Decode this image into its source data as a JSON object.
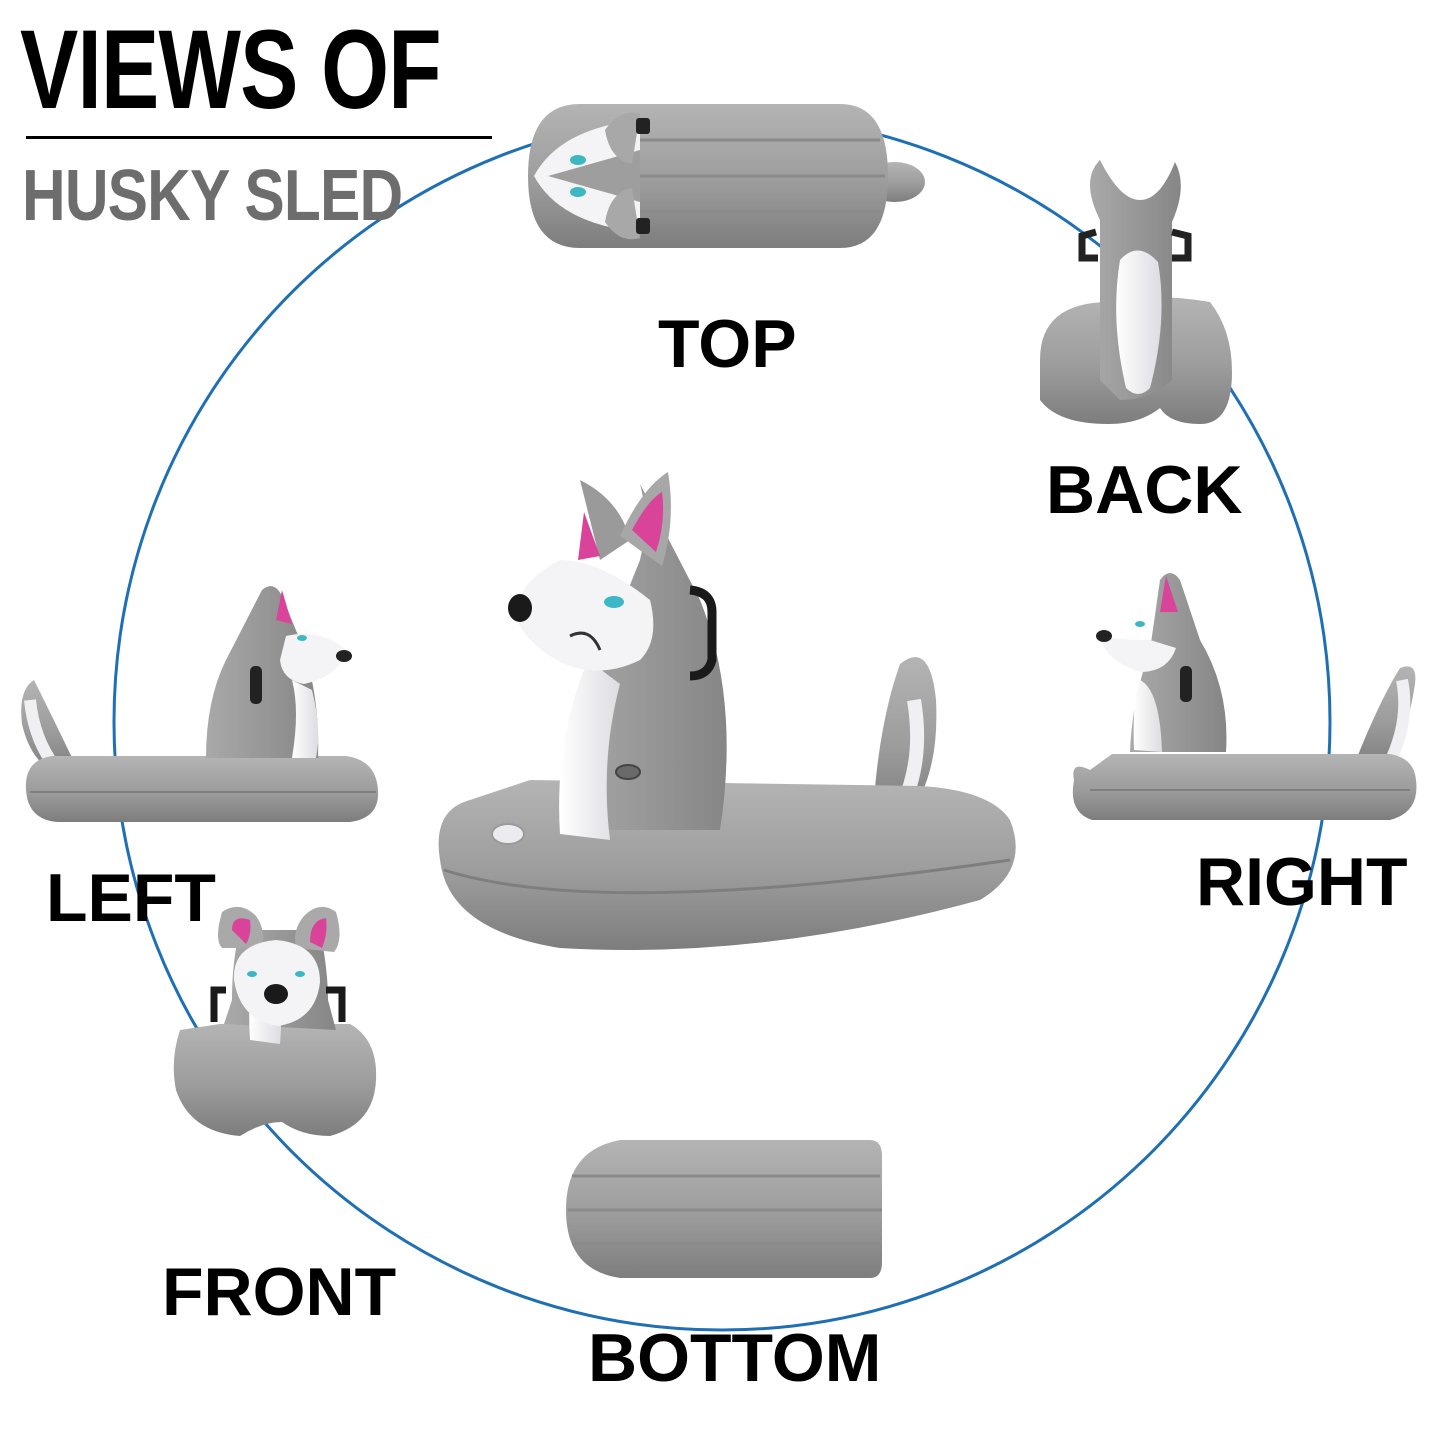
{
  "heading": {
    "line1": "VIEWS OF",
    "line2": "HUSKY SLED"
  },
  "views": {
    "top": "TOP",
    "back": "BACK",
    "right": "RIGHT",
    "left": "LEFT",
    "front": "FRONT",
    "bottom": "BOTTOM"
  },
  "colors": {
    "ring": "#1f6fb5",
    "sled_gray": "#9d9d9d",
    "sled_dark": "#7a7a7a",
    "sled_white": "#f2f2f4",
    "ear_pink": "#d9449a",
    "eye_teal": "#3bb8c4",
    "heading_gray": "#6d6d6d"
  }
}
